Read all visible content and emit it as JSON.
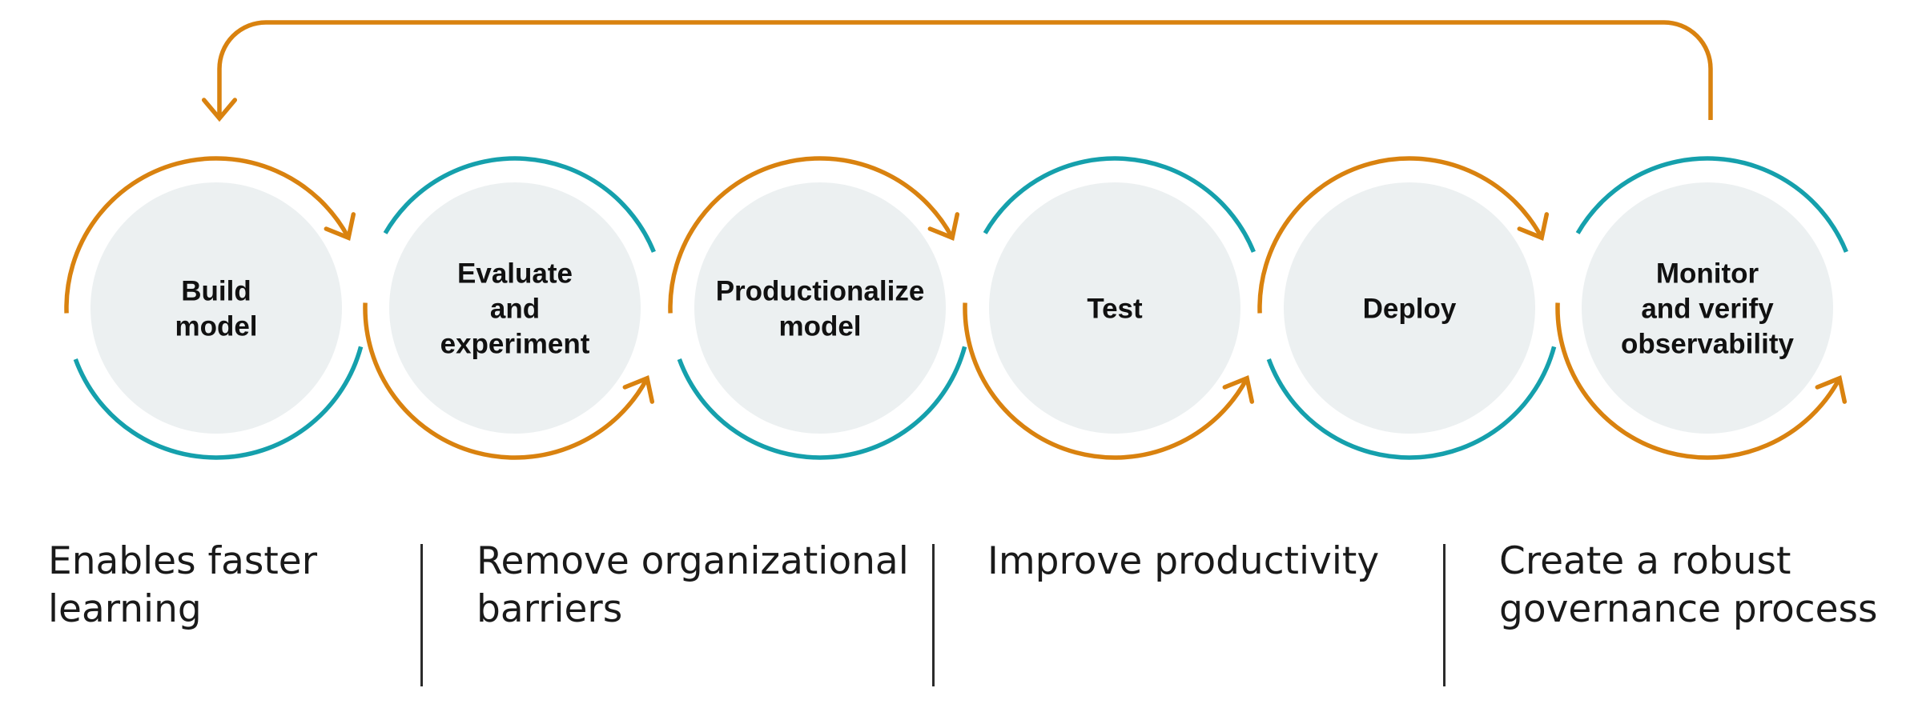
{
  "stages": [
    {
      "name": "stage-build-model",
      "lines": [
        "Build",
        "model"
      ],
      "top_arc": "orange",
      "bottom_arc": "teal"
    },
    {
      "name": "stage-evaluate-and-experiment",
      "lines": [
        "Evaluate",
        "and",
        "experiment"
      ],
      "top_arc": "teal",
      "bottom_arc": "orange"
    },
    {
      "name": "stage-productionalize-model",
      "lines": [
        "Productionalize",
        "model"
      ],
      "top_arc": "orange",
      "bottom_arc": "teal"
    },
    {
      "name": "stage-test",
      "lines": [
        "Test"
      ],
      "top_arc": "teal",
      "bottom_arc": "orange"
    },
    {
      "name": "stage-deploy",
      "lines": [
        "Deploy"
      ],
      "top_arc": "orange",
      "bottom_arc": "teal"
    },
    {
      "name": "stage-monitor-and-verify-observability",
      "lines": [
        "Monitor",
        "and verify",
        "observability"
      ],
      "top_arc": "teal",
      "bottom_arc": "orange"
    }
  ],
  "benefits": [
    {
      "lines": [
        "Enables faster",
        "learning"
      ]
    },
    {
      "lines": [
        "Remove organizational",
        "barriers"
      ]
    },
    {
      "lines": [
        "Improve productivity"
      ]
    },
    {
      "lines": [
        "Create a robust",
        "governance process"
      ]
    }
  ],
  "colors": {
    "orange": "#D9820F",
    "teal": "#15A0AC",
    "circle_fill": "#ECF0F1",
    "text": "#111111",
    "divider": "#2b2b2b"
  },
  "icons": {
    "loop_arrow": "feedback-loop-arrow-icon",
    "arc_arrow": "arrowhead-icon"
  }
}
